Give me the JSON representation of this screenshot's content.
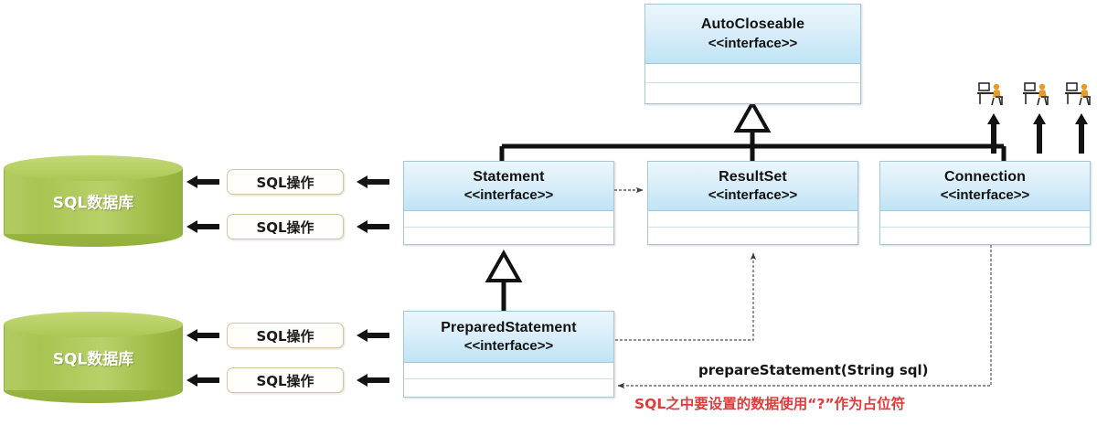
{
  "diagram": {
    "title": "JDBC core interfaces relationship diagram",
    "colors": {
      "box_header_top": "#eaf6fc",
      "box_header_bottom": "#bfe4f6",
      "box_border": "#a9c6d4",
      "db_green": "#a9c452",
      "pill_border": "#d8c3a5",
      "note_red": "#e03a3a",
      "connector_black": "#111111",
      "connector_dashed": "#6b6b6b"
    },
    "classes": [
      {
        "id": "autocloseable",
        "name": "AutoCloseable",
        "stereotype": "<<interface>>"
      },
      {
        "id": "statement",
        "name": "Statement",
        "stereotype": "<<interface>>"
      },
      {
        "id": "resultset",
        "name": "ResultSet",
        "stereotype": "<<interface>>"
      },
      {
        "id": "connection",
        "name": "Connection",
        "stereotype": "<<interface>>"
      },
      {
        "id": "preparedstatement",
        "name": "PreparedStatement",
        "stereotype": "<<interface>>"
      }
    ],
    "databases": [
      {
        "id": "db-top",
        "label": "SQL数据库"
      },
      {
        "id": "db-bottom",
        "label": "SQL数据库"
      }
    ],
    "operations": [
      {
        "id": "op-1",
        "label": "SQL操作"
      },
      {
        "id": "op-2",
        "label": "SQL操作"
      },
      {
        "id": "op-3",
        "label": "SQL操作"
      },
      {
        "id": "op-4",
        "label": "SQL操作"
      }
    ],
    "edge_labels": {
      "prepare_statement": "prepareStatement(String sql)"
    },
    "notes": {
      "placeholder_note": "SQL之中要设置的数据使用“?”作为占位符"
    },
    "users": [
      {
        "id": "user-1",
        "icon": "person-at-computer-icon"
      },
      {
        "id": "user-2",
        "icon": "person-at-computer-icon"
      },
      {
        "id": "user-3",
        "icon": "person-at-computer-icon"
      }
    ]
  }
}
